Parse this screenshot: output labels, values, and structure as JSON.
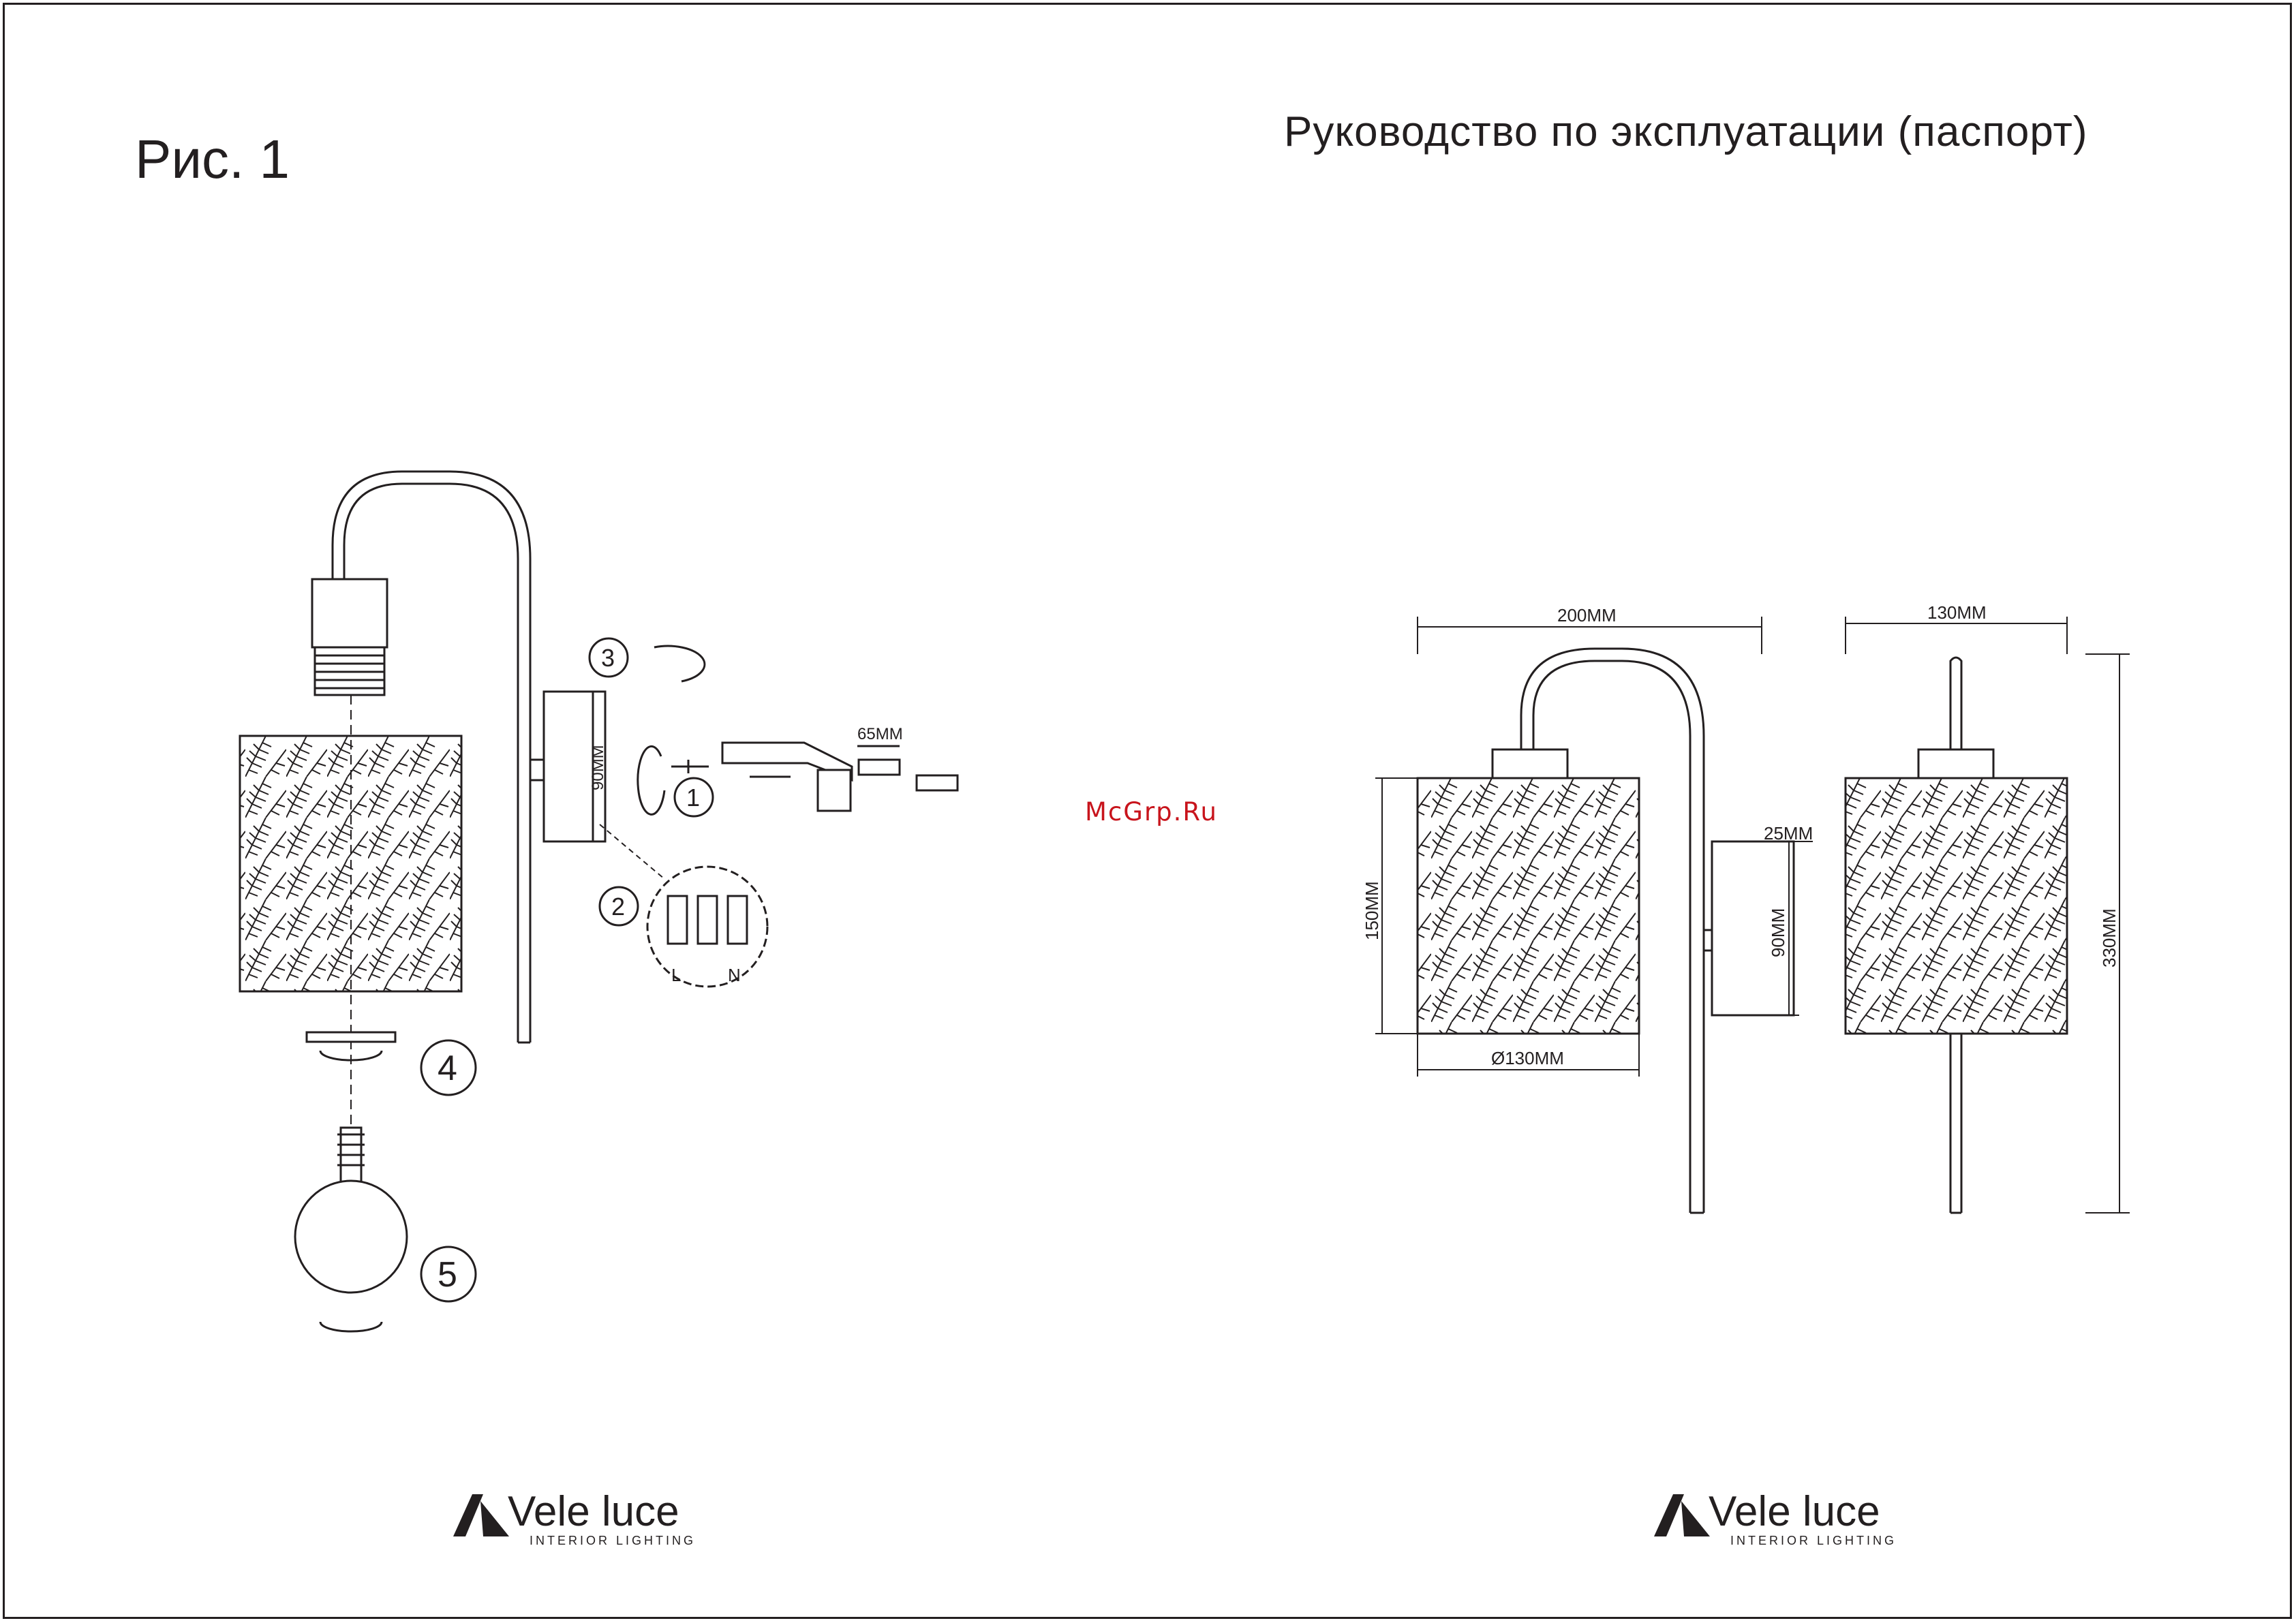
{
  "figure_label": "Рис. 1",
  "document_title": "Руководство по эксплуатации (паспорт)",
  "watermark": "McGrp.Ru",
  "brand": {
    "name": "Vele luce",
    "tagline": "INTERIOR LIGHTING"
  },
  "assembly": {
    "steps": [
      "1",
      "2",
      "3",
      "4",
      "5"
    ],
    "bracket_height": "90MM",
    "screw_length": "65MM",
    "terminals": [
      "L",
      "N"
    ]
  },
  "dimensions": {
    "front_width": "200MM",
    "side_width": "130MM",
    "shade_height": "150MM",
    "shade_diameter": "Ø130MM",
    "plate_depth": "25MM",
    "plate_height": "90MM",
    "total_height": "330MM"
  },
  "colors": {
    "line": "#231f20",
    "watermark": "#c8141c"
  }
}
